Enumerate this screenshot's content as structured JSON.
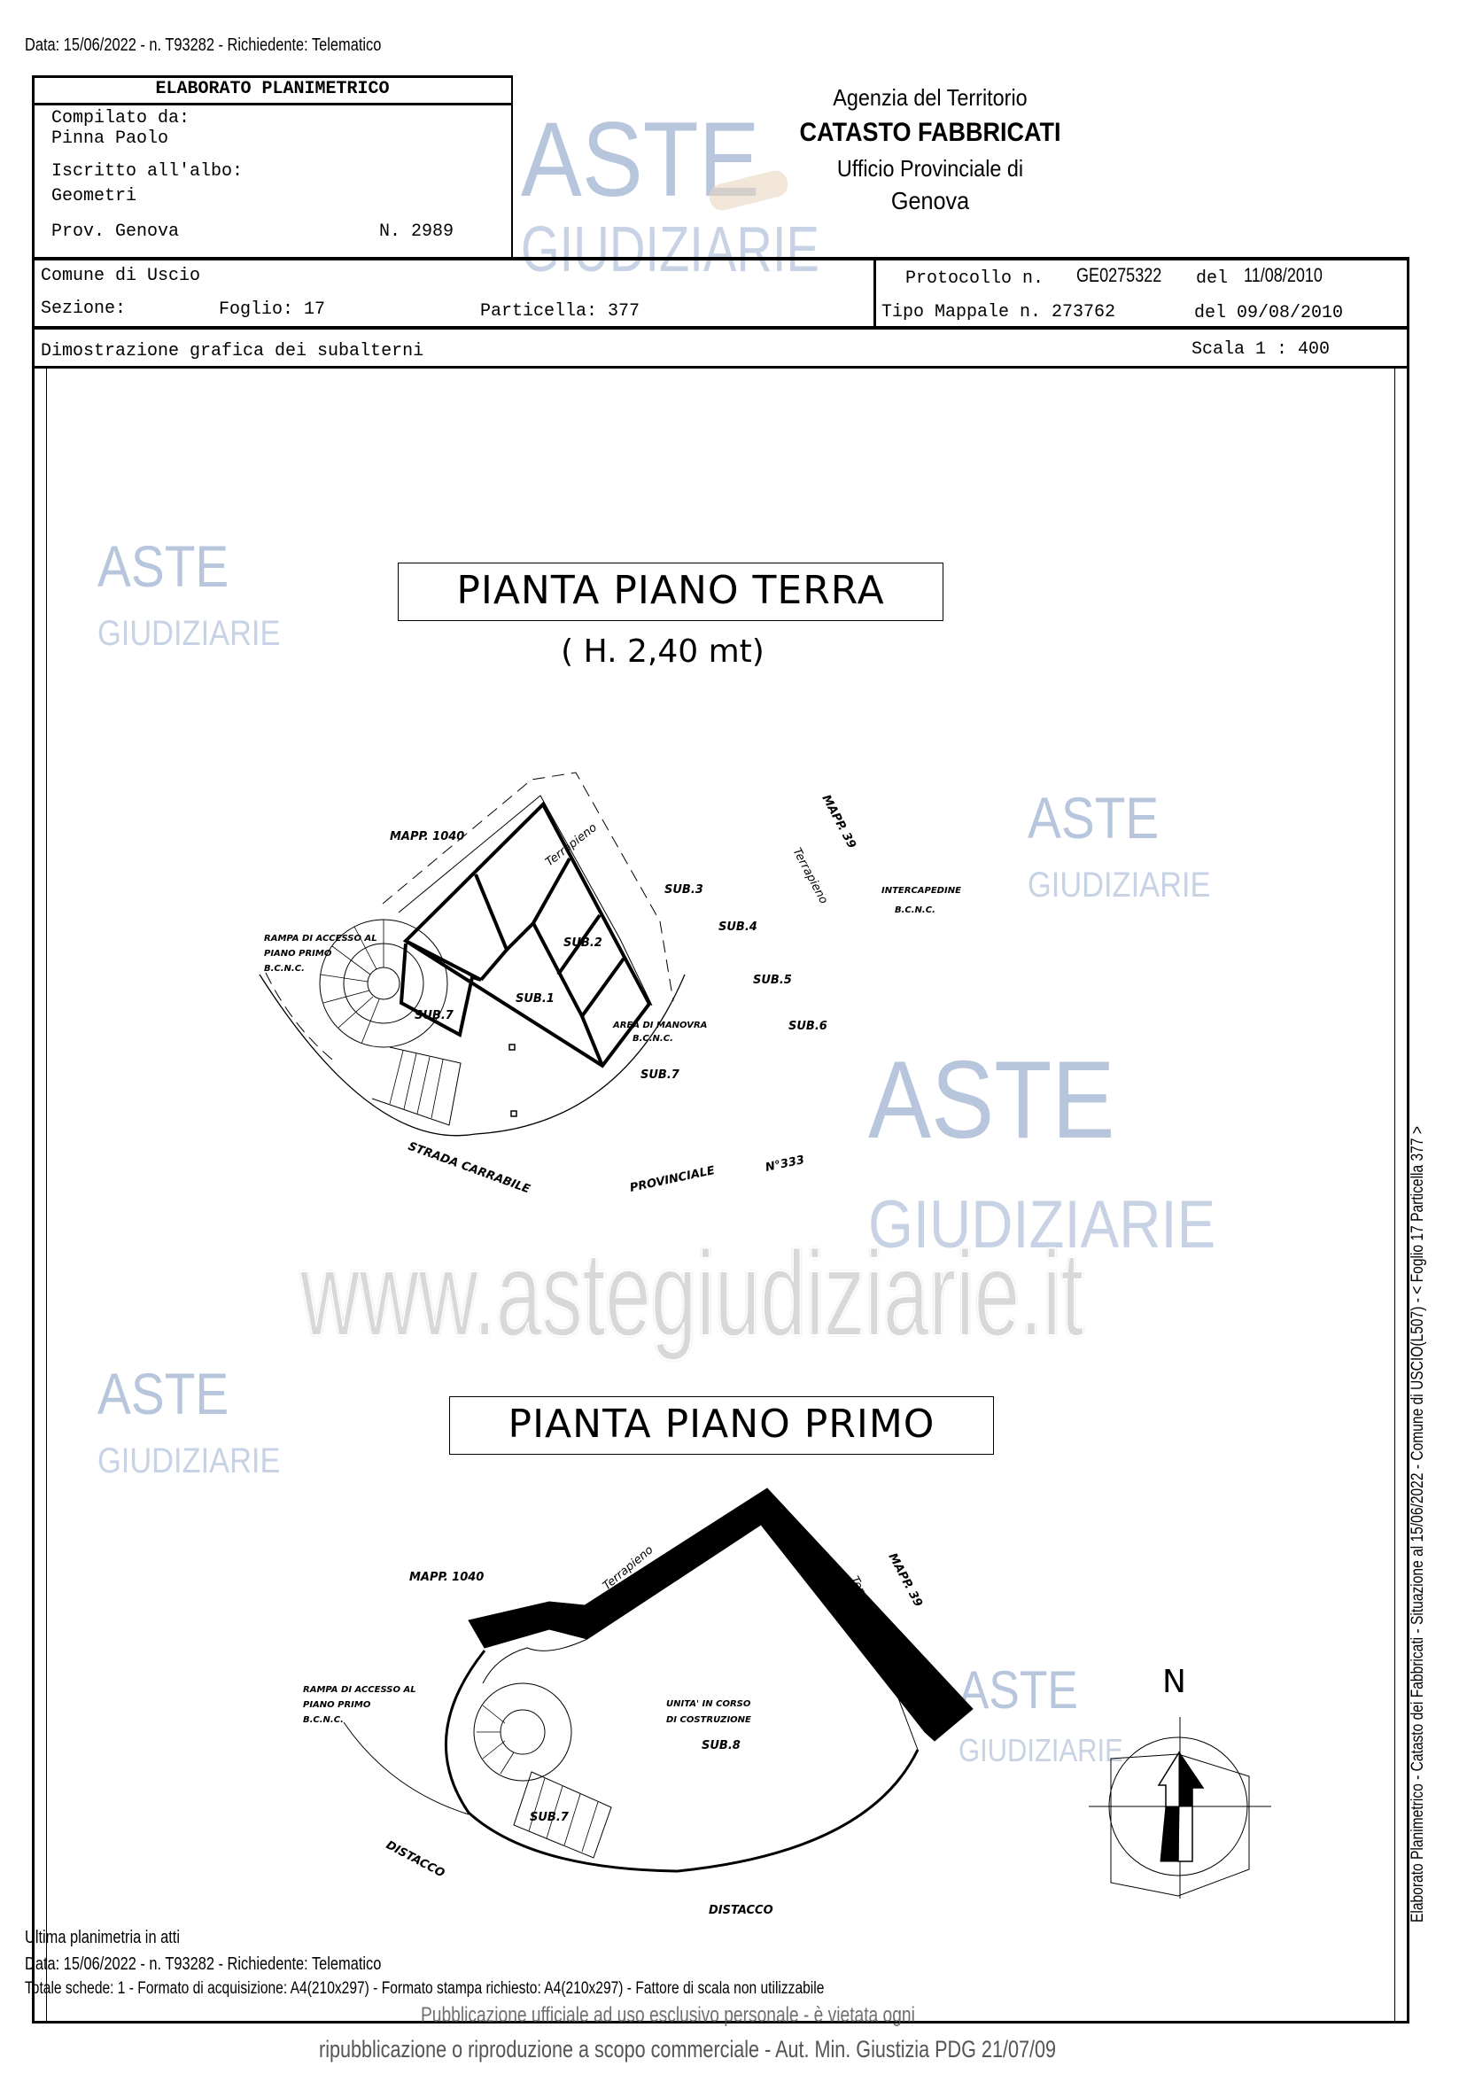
{
  "top_line": "Data: 15/06/2022 - n. T93282 - Richiedente: Telematico",
  "header": {
    "title": "ELABORATO PLANIMETRICO",
    "compiled_label": "Compilato da:",
    "compiled_by": "Pinna Paolo",
    "register_label": "Iscritto all'albo:",
    "register_value": "Geometri",
    "province": "Prov. Genova",
    "number": "N.  2989",
    "agency": [
      "Agenzia del Territorio",
      "CATASTO FABBRICATI",
      "Ufficio Provinciale di",
      "Genova"
    ],
    "comune": "Comune di Uscio",
    "sezione": "Sezione:",
    "foglio": "Foglio: 17",
    "particella": "Particella: 377",
    "protocollo_label": "Protocollo n.",
    "protocollo_value": "GE0275322",
    "protocollo_del": "del",
    "protocollo_date": "11/08/2010",
    "tipo_mappale": "Tipo Mappale n. 273762",
    "tipo_del": "del 09/08/2010",
    "description": "Dimostrazione grafica dei subalterni",
    "scale": "Scala 1 : 400"
  },
  "ground_floor": {
    "title": "PIANTA PIANO TERRA",
    "height": "( H. 2,40 mt)",
    "labels": {
      "mapp_1040": "MAPP. 1040",
      "mapp_39": "MAPP. 39",
      "terrapieno_1": "Terrapieno",
      "terrapieno_2": "Terrapieno",
      "intercapedine": "INTERCAPEDINE",
      "intercapedine_bcnc": "B.C.N.C.",
      "rampa_1": "RAMPA DI ACCESSO AL",
      "rampa_2": "PIANO PRIMO",
      "rampa_3": "B.C.N.C.",
      "sub1": "SUB.1",
      "sub2": "SUB.2",
      "sub3": "SUB.3",
      "sub4": "SUB.4",
      "sub5": "SUB.5",
      "sub6": "SUB.6",
      "sub7a": "SUB.7",
      "sub7b": "SUB.7",
      "area_1": "AREA DI MANOVRA",
      "area_2": "B.C.N.C.",
      "strada": "STRADA CARRABILE",
      "provinciale": "PROVINCIALE",
      "numero": "N°333"
    }
  },
  "first_floor": {
    "title": "PIANTA PIANO PRIMO",
    "labels": {
      "mapp_1040": "MAPP. 1040",
      "mapp_39": "MAPP. 39",
      "terrapieno_1": "Terrapieno",
      "terrapieno_2": "Terrapieno",
      "rampa_1": "RAMPA DI ACCESSO AL",
      "rampa_2": "PIANO PRIMO",
      "rampa_3": "B.C.N.C.",
      "unita_1": "UNITA' IN CORSO",
      "unita_2": "DI COSTRUZIONE",
      "sub8": "SUB.8",
      "sub7": "SUB.7",
      "distacco_1": "DISTACCO",
      "distacco_2": "DISTACCO"
    },
    "north": "N"
  },
  "side_text": "Elaborato Planimetrico - Catasto dei Fabbricati - Situazione al 15/06/2022 - Comune di USCIO(L507) - < Foglio 17 Particella 377 >",
  "footer": {
    "last_plan": "Ultima planimetria in atti",
    "data_line": "Data: 15/06/2022 - n. T93282 - Richiedente: Telematico",
    "totale_line": "Totale schede: 1 - Formato di acquisizione: A4(210x297) - Formato stampa richiesto: A4(210x297) - Fattore di scala non utilizzabile",
    "notice_1": "Pubblicazione ufficiale ad uso esclusivo personale - è vietata ogni",
    "notice_2": "ripubblicazione o riproduzione a scopo commerciale - Aut. Min. Giustizia PDG 21/07/09"
  },
  "watermark": {
    "aste": "ASTE",
    "giudiziarie": "GIUDIZIARIE",
    "url": "www.astegiudiziarie.it"
  }
}
